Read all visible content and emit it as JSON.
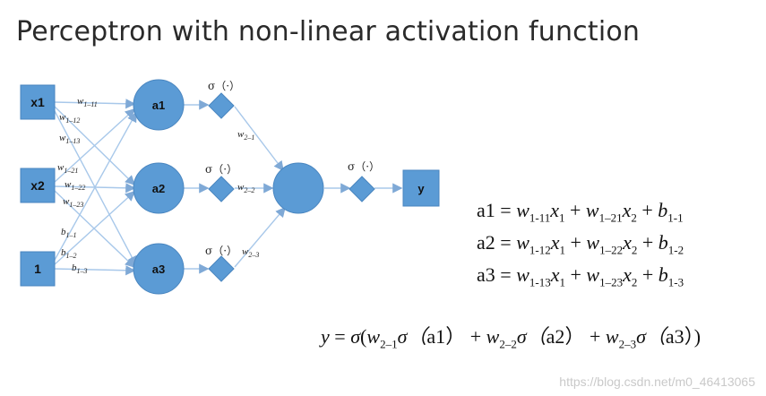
{
  "title": "Perceptron with non-linear activation function",
  "nodes": {
    "x1": "x1",
    "x2": "x2",
    "one": "1",
    "a1": "a1",
    "a2": "a2",
    "a3": "a3",
    "y": "y"
  },
  "activation_label": "σ（·）",
  "weights": {
    "w1_11": [
      "w",
      "1–11"
    ],
    "w1_12": [
      "w",
      "1–12"
    ],
    "w1_13": [
      "w",
      "1–13"
    ],
    "w1_21": [
      "w",
      "1–21"
    ],
    "w1_22": [
      "w",
      "1–22"
    ],
    "w1_23": [
      "w",
      "1–23"
    ],
    "b1_1": [
      "b",
      "1–1"
    ],
    "b1_2": [
      "b",
      "1–2"
    ],
    "b1_3": [
      "b",
      "1–3"
    ],
    "w2_1": [
      "w",
      "2–1"
    ],
    "w2_2": [
      "w",
      "2–2"
    ],
    "w2_3": [
      "w",
      "2–3"
    ]
  },
  "equations": {
    "eq1": {
      "lhs": "a1",
      "rhs_pre": " = ",
      "t1": "w",
      "t1s": "1-11",
      "t1b": "x",
      "t1bs": "1",
      "t2": "w",
      "t2s": "1–21",
      "t2b": "x",
      "t2bs": "2",
      "t3": "b",
      "t3s": "1-1"
    },
    "eq2": {
      "lhs": "a2",
      "rhs_pre": " = ",
      "t1": "w",
      "t1s": "1-12",
      "t1b": "x",
      "t1bs": "1",
      "t2": "w",
      "t2s": "1–22",
      "t2b": "x",
      "t2bs": "2",
      "t3": "b",
      "t3s": "1-2"
    },
    "eq3": {
      "lhs": "a3",
      "rhs_pre": " = ",
      "t1": "w",
      "t1s": "1-13",
      "t1b": "x",
      "t1bs": "1",
      "t2": "w",
      "t2s": "1–23",
      "t2b": "x",
      "t2bs": "2",
      "t3": "b",
      "t3s": "1-3"
    },
    "output": {
      "lhs": "y",
      "eq": " = ",
      "sigma": "σ",
      "open": "(",
      "w1": "w",
      "w1s": "2–1",
      "s1": "σ（",
      "a1": "a1",
      "c1": "）",
      "plus": " + ",
      "w2": "w",
      "w2s": "2–2",
      "s2": "σ（",
      "a2": "a2",
      "c2": "）",
      "w3": "w",
      "w3s": "2–3",
      "s3": "σ（",
      "a3": "a3",
      "c3": "）",
      "close": ")"
    }
  },
  "watermark": "https://blog.csdn.net/m0_46413065",
  "colors": {
    "node_fill": "#5b9bd5",
    "node_stroke": "#4a86c0",
    "line": "#a8c8ea",
    "arrow": "#7fa9d6"
  }
}
